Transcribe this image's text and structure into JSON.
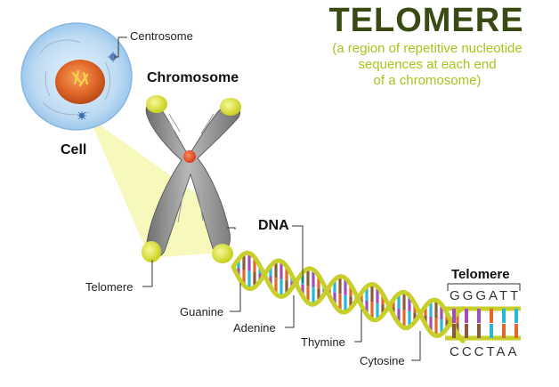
{
  "title": "TELOMERE",
  "subtitle_lines": [
    "(a region of repetitive nucleotide",
    "sequences at each end",
    "of a chromosome)"
  ],
  "labels": {
    "centrosome": "Centrosome",
    "cell": "Cell",
    "chromosome": "Chromosome",
    "dna": "DNA",
    "telomere_left": "Telomere",
    "telomere_right": "Telomere",
    "guanine": "Guanine",
    "adenine": "Adenine",
    "thymine": "Thymine",
    "cytosine": "Cytosine"
  },
  "sequences": {
    "top": "GGGATT",
    "bottom": "CCCTAA"
  },
  "colors": {
    "title": "#3a4a13",
    "subtitle": "#a7c41b",
    "backbone": "#c9cf2a",
    "guanine": "#a050b4",
    "adenine": "#e06a2a",
    "thymine": "#2ab7d6",
    "cytosine": "#8a5a3a",
    "chromosome": "#8e8e8e",
    "telomere_cap": "#dfe640"
  }
}
